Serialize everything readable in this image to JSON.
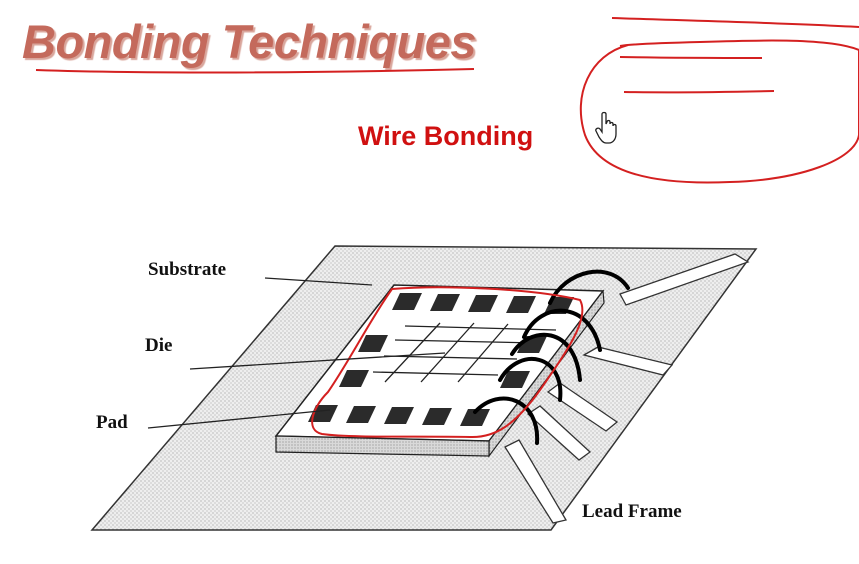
{
  "slide": {
    "title": "Bonding Techniques",
    "subtitle": "Wire Bonding"
  },
  "diagram": {
    "labels": {
      "substrate": "Substrate",
      "die": "Die",
      "pad": "Pad",
      "lead_frame": "Lead Frame"
    }
  },
  "colors": {
    "title": "#c46a5c",
    "subtitle": "#d01010",
    "annotation": "#d42020",
    "pads": "#2b2b2b"
  },
  "icons": {
    "cursor": "hand-pointer-icon"
  }
}
